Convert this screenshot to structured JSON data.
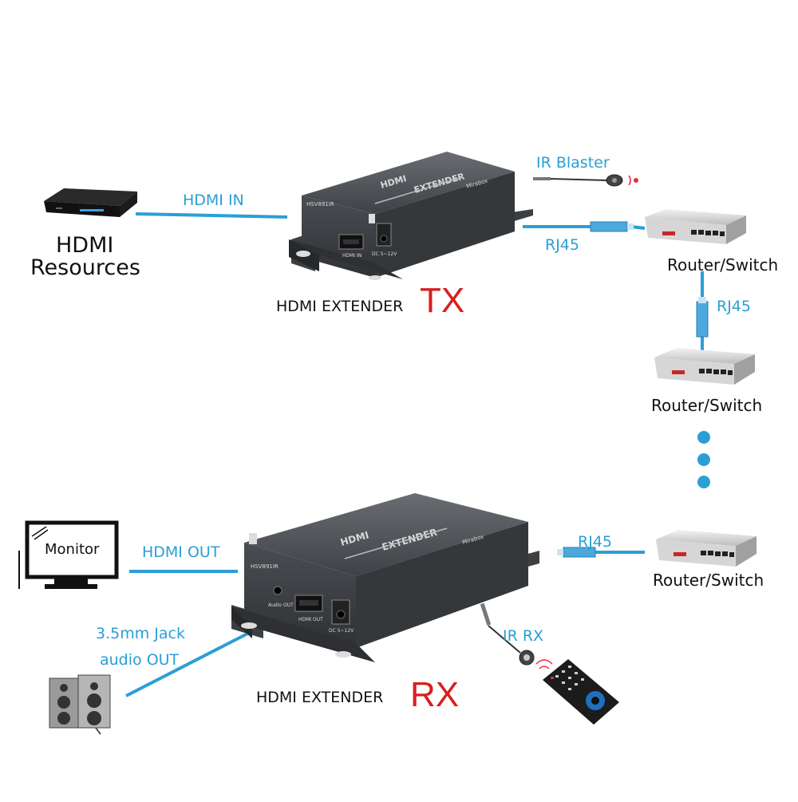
{
  "labels": {
    "hdmi_in": "HDMI IN",
    "hdmi_resources_line1": "HDMI",
    "hdmi_resources_line2": "Resources",
    "ir_blaster": "IR Blaster",
    "rj45_tx": "RJ45",
    "router_switch_1": "Router/Switch",
    "rj45_mid": "RJ45",
    "router_switch_2": "Router/Switch",
    "hdmi_extender_tx": "HDMI EXTENDER",
    "tx": "TX",
    "monitor": "Monitor",
    "hdmi_out": "HDMI OUT",
    "rj45_rx": "RJ45",
    "router_switch_3": "Router/Switch",
    "jack_line1": "3.5mm Jack",
    "jack_line2": "audio OUT",
    "ir_rx": "IR RX",
    "hdmi_extender_rx": "HDMI EXTENDER",
    "rx": "RX"
  },
  "device_print": {
    "brand_word1": "HDMI",
    "brand_word2": "EXTENDER",
    "model": "HSV891IR",
    "maker": "Mirabox",
    "port_hdmi_in": "HDMI IN",
    "port_hdmi_out": "HDMI OUT",
    "port_dc": "DC 5~12V",
    "port_audio": "Audio OUT"
  },
  "colors": {
    "link_blue": "#2a9fd6",
    "accent_red": "#d81e1e",
    "device_body": "#4a4d52"
  }
}
